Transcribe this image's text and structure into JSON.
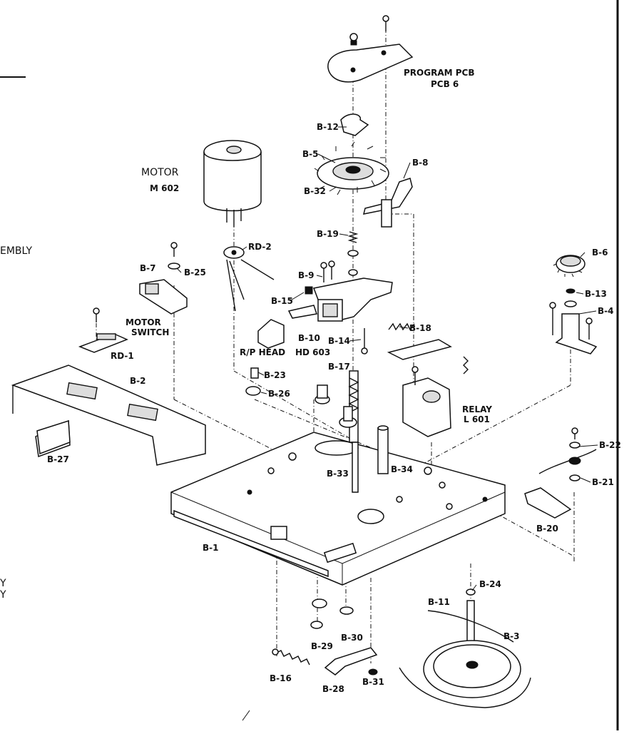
{
  "labels": {
    "program_pcb": "PROGRAM PCB",
    "pcb6": "PCB 6",
    "motor": "MOTOR",
    "m602": "M 602",
    "embly": "EMBLY",
    "motor_switch_1": "MOTOR",
    "motor_switch_2": "SWITCH",
    "rp_head": "R/P HEAD",
    "hd603": "HD 603",
    "relay": "RELAY",
    "l601": "L 601",
    "rd1": "RD-1",
    "rd2": "RD-2",
    "b1": "B-1",
    "b2": "B-2",
    "b3": "B-3",
    "b4": "B-4",
    "b5": "B-5",
    "b6": "B-6",
    "b7": "B-7",
    "b8": "B-8",
    "b9": "B-9",
    "b10": "B-10",
    "b11": "B-11",
    "b12": "B-12",
    "b13": "B-13",
    "b14": "B-14",
    "b15": "B-15",
    "b16": "B-16",
    "b17": "B-17",
    "b18": "B-18",
    "b19": "B-19",
    "b20": "B-20",
    "b21": "B-21",
    "b22": "B-22",
    "b23": "B-23",
    "b24": "B-24",
    "b25": "B-25",
    "b26": "B-26",
    "b27": "B-27",
    "b28": "B-28",
    "b29": "B-29",
    "b30": "B-30",
    "b31": "B-31",
    "b32": "B-32",
    "b33": "B-33",
    "b34": "B-34",
    "edge_y1": "Y",
    "edge_y2": "Y"
  }
}
